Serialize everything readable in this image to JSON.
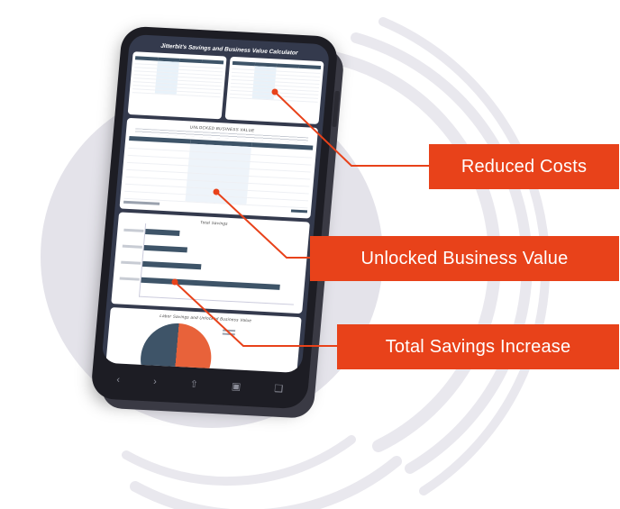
{
  "app": {
    "title": "Jitterbit's Savings and Business Value Calculator",
    "sections": {
      "reduced_costs_left": "",
      "reduced_costs_right": "",
      "unlocked_business_value": "UNLOCKED BUSINESS VALUE",
      "total_savings": "Total Savings",
      "pie_chart": "Labor Savings and Unlocked Business Value"
    }
  },
  "callouts": {
    "reduced_costs": "Reduced Costs",
    "unlocked_business_value": "Unlocked Business Value",
    "total_savings_increase": "Total Savings Increase"
  },
  "nav_icons": [
    "back-chevron-icon",
    "forward-chevron-icon",
    "share-icon",
    "bookmarks-icon",
    "tabs-icon"
  ],
  "colors": {
    "accent": "#e8421a",
    "navy": "#3e5468",
    "phone": "#1d1d24",
    "screen": "#343a4d",
    "ring": "#e4e3ea"
  },
  "chart_data": {
    "type": "bar",
    "orientation": "horizontal",
    "title": "Total Savings",
    "relative_values": [
      0.22,
      0.28,
      0.38,
      0.9
    ]
  },
  "pie_data": {
    "type": "pie",
    "title": "Labor Savings and Unlocked Business Value",
    "values": [
      50,
      50
    ]
  }
}
